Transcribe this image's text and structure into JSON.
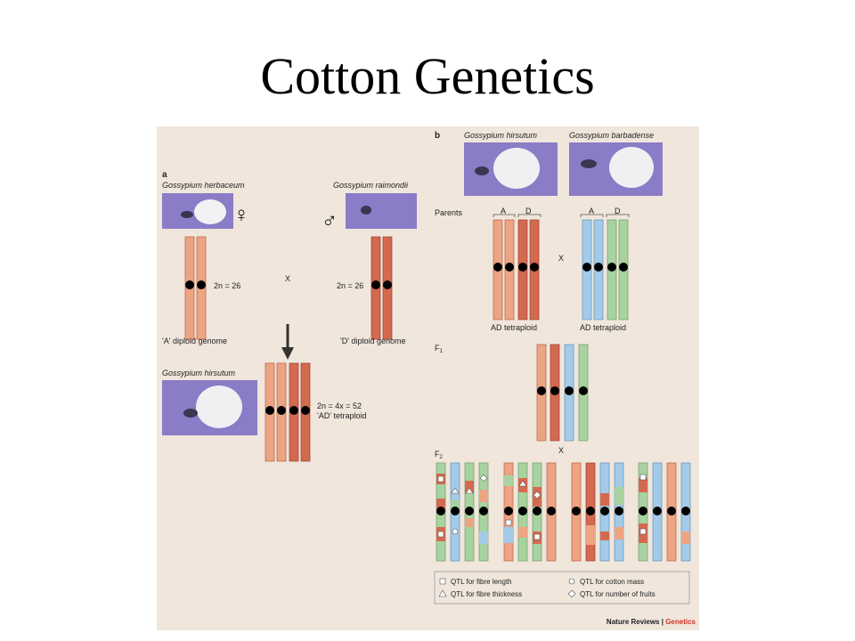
{
  "slide": {
    "title": "Cotton Genetics"
  },
  "panel_a": {
    "label": "a",
    "species_left": "Gossypium herbaceum",
    "species_right": "Gossypium raimondii",
    "female_symbol": "♀",
    "male_symbol": "♂",
    "left_chromosome_note": "2n = 26",
    "right_chromosome_note": "2n = 26",
    "cross": "X",
    "left_genome": "'A' diploid genome",
    "right_genome": "'D' diploid genome",
    "result_species": "Gossypium hirsutum",
    "result_note_line1": "2n = 4x = 52",
    "result_note_line2": "'AD' tetraploid"
  },
  "panel_b": {
    "label": "b",
    "species_left": "Gossypium hirsutum",
    "species_right": "Gossypium barbadense",
    "parents_label": "Parents",
    "genome_labels": [
      "A",
      "D",
      "A",
      "D"
    ],
    "cross": "X",
    "left_parent": "AD tetraploid",
    "right_parent": "AD tetraploid",
    "f1_label": "F",
    "f1_sub": "1",
    "f2_label": "F",
    "f2_sub": "2",
    "f2_cross": "X"
  },
  "legend": {
    "items": [
      {
        "symbol": "square",
        "text": "QTL for fibre length"
      },
      {
        "symbol": "triangle",
        "text": "QTL for fibre thickness"
      },
      {
        "symbol": "circle",
        "text": "QTL for cotton mass"
      },
      {
        "symbol": "diamond",
        "text": "QTL for number of fruits"
      }
    ]
  },
  "credit": {
    "publisher": "Nature Reviews",
    "separator": " | ",
    "journal": "Genetics"
  },
  "colors": {
    "background": "#f0e6dc",
    "orange": "#eda483",
    "red": "#d36a50",
    "blue": "#a3cbe9",
    "green": "#a8d3a0",
    "photo": "#8a7cc6",
    "journal": "#d0332b"
  }
}
